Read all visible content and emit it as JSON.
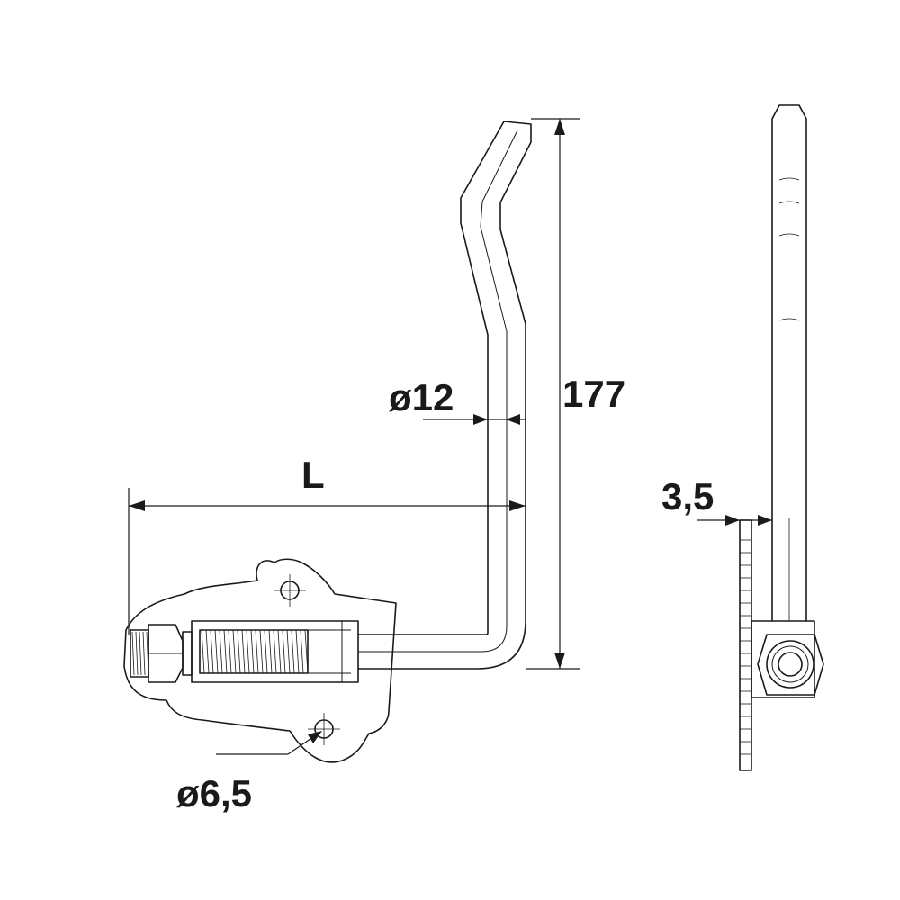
{
  "dimensions": {
    "diameter_rod": "ø12",
    "height": "177",
    "length": "L",
    "diameter_hole": "ø6,5",
    "thickness": "3,5"
  }
}
